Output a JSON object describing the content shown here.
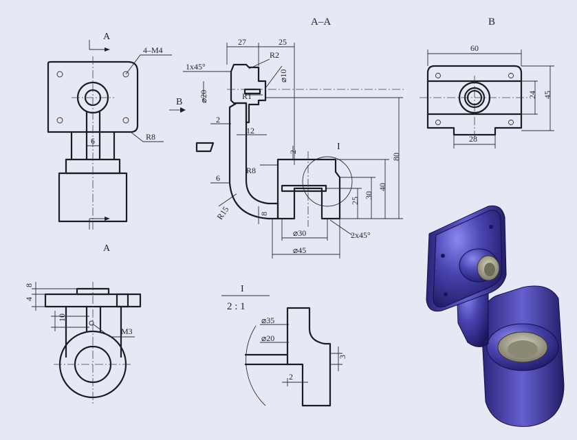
{
  "views": {
    "section_aa_title": "A–A",
    "view_b_title": "B",
    "cut_label_top": "A",
    "cut_label_bottom": "A",
    "arrow_b_label": "B",
    "detail_title": "I",
    "detail_scale": "2 : 1",
    "detail_marker": "I"
  },
  "dimensions": {
    "front": {
      "holes": "4–M4",
      "rib": "6",
      "radius": "R8"
    },
    "section": {
      "d27": "27",
      "d25": "25",
      "r2": "R2",
      "chamfer1": "1x45°",
      "phi10": "⌀10",
      "phi20": "⌀20",
      "r1": "R1",
      "d2a": "2",
      "d12": "12",
      "d2b": "2",
      "r8": "R8",
      "d6": "6",
      "r15": "R15",
      "d8": "8",
      "phi30": "⌀30",
      "phi45": "⌀45",
      "chamfer2": "2x45°",
      "h25": "25",
      "h30": "30",
      "h40": "40",
      "h80": "80"
    },
    "view_b": {
      "w60": "60",
      "h24": "24",
      "h45": "45",
      "w28": "28"
    },
    "bottom": {
      "d8": "8",
      "d4": "4",
      "d10": "10",
      "m3": "M3"
    },
    "detail": {
      "phi35": "⌀35",
      "phi20": "⌀20",
      "d3": "3",
      "d2": "2"
    }
  },
  "colors": {
    "background": "#e6e9f3",
    "line": "#1b1b24",
    "model_main": "#3f3a9a",
    "model_highlight": "#7c7ae0",
    "model_bore": "#b9b6a4"
  }
}
